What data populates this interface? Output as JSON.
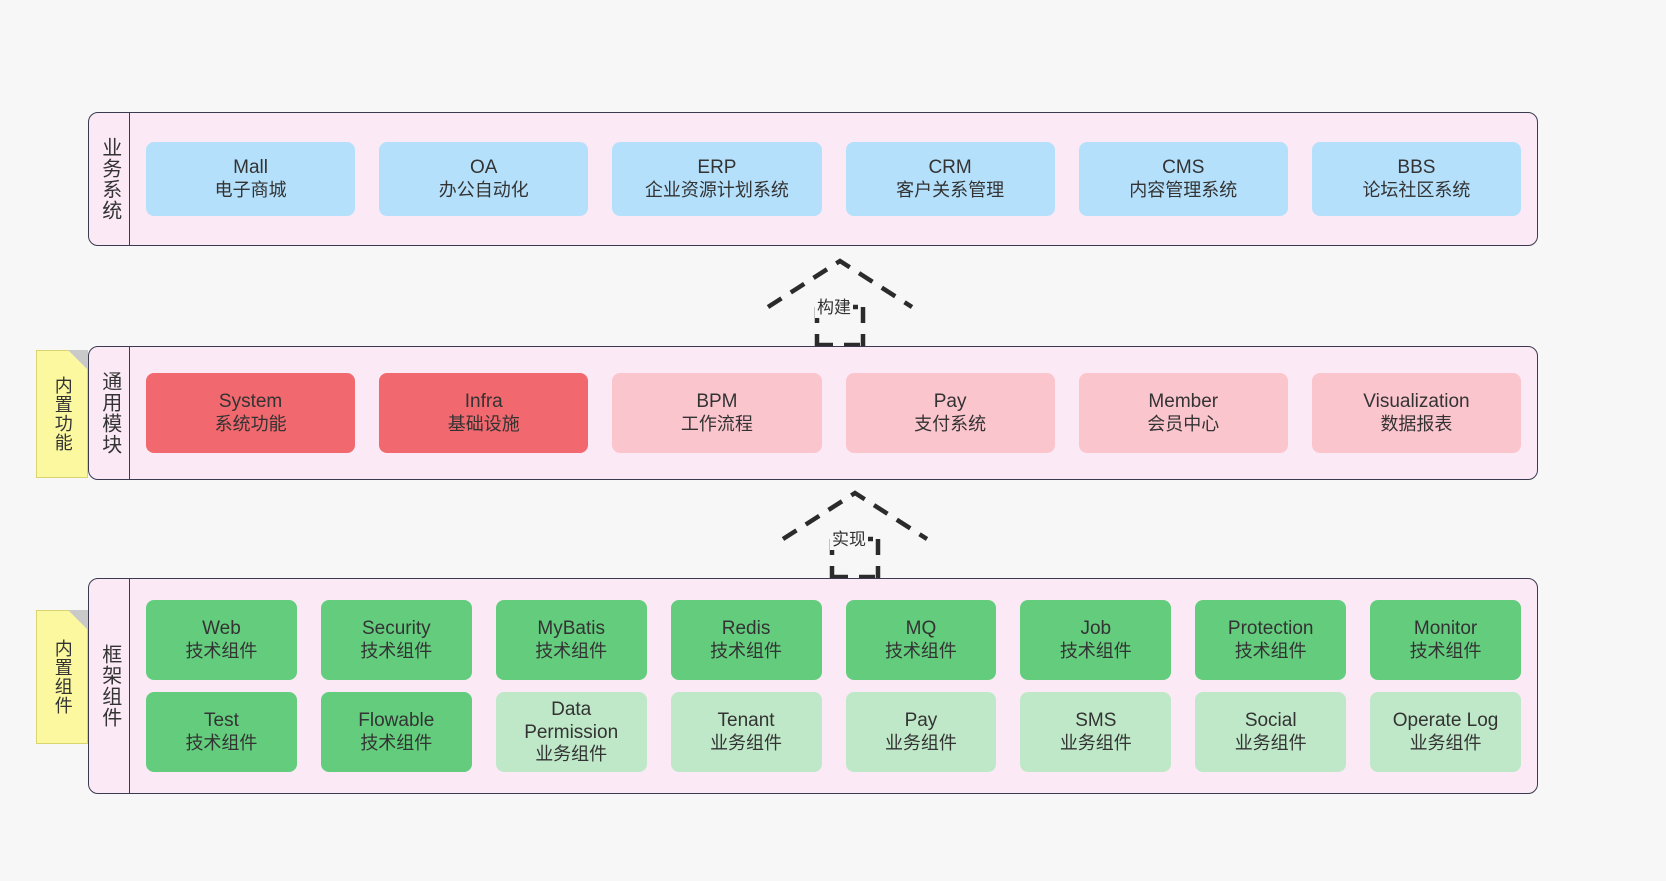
{
  "diagram": {
    "background_color": "#f7f7f7",
    "panel_color": "#fbeaf5",
    "panel_border_color": "#3b3b4f"
  },
  "layers": [
    {
      "id": "business",
      "title": "业务系统",
      "accent": "#b5e0fb",
      "rows": [
        {
          "cards": [
            {
              "en": "Mall",
              "cn": "电子商城",
              "color": "#b5e0fb"
            },
            {
              "en": "OA",
              "cn": "办公自动化",
              "color": "#b5e0fb"
            },
            {
              "en": "ERP",
              "cn": "企业资源计划系统",
              "color": "#b5e0fb"
            },
            {
              "en": "CRM",
              "cn": "客户关系管理",
              "color": "#b5e0fb"
            },
            {
              "en": "CMS",
              "cn": "内容管理系统",
              "color": "#b5e0fb"
            },
            {
              "en": "BBS",
              "cn": "论坛社区系统",
              "color": "#b5e0fb"
            }
          ]
        }
      ]
    },
    {
      "id": "common",
      "title": "通用模块",
      "accent": "#f1686e",
      "rows": [
        {
          "cards": [
            {
              "en": "System",
              "cn": "系统功能",
              "color": "#f1686e"
            },
            {
              "en": "Infra",
              "cn": "基础设施",
              "color": "#f1686e"
            },
            {
              "en": "BPM",
              "cn": "工作流程",
              "color": "#fbc5ce"
            },
            {
              "en": "Pay",
              "cn": "支付系统",
              "color": "#fbc5ce"
            },
            {
              "en": "Member",
              "cn": "会员中心",
              "color": "#fbc5ce"
            },
            {
              "en": "Visualization",
              "cn": "数据报表",
              "color": "#fbc5ce"
            }
          ]
        }
      ]
    },
    {
      "id": "framework",
      "title": "框架组件",
      "accent": "#63cd7d",
      "rows": [
        {
          "cards": [
            {
              "en": "Web",
              "cn": "技术组件",
              "color": "#63cd7d"
            },
            {
              "en": "Security",
              "cn": "技术组件",
              "color": "#63cd7d"
            },
            {
              "en": "MyBatis",
              "cn": "技术组件",
              "color": "#63cd7d"
            },
            {
              "en": "Redis",
              "cn": "技术组件",
              "color": "#63cd7d"
            },
            {
              "en": "MQ",
              "cn": "技术组件",
              "color": "#63cd7d"
            },
            {
              "en": "Job",
              "cn": "技术组件",
              "color": "#63cd7d"
            },
            {
              "en": "Protection",
              "cn": "技术组件",
              "color": "#63cd7d"
            },
            {
              "en": "Monitor",
              "cn": "技术组件",
              "color": "#63cd7d"
            }
          ]
        },
        {
          "cards": [
            {
              "en": "Test",
              "cn": "技术组件",
              "color": "#63cd7d"
            },
            {
              "en": "Flowable",
              "cn": "技术组件",
              "color": "#63cd7d"
            },
            {
              "en": "Data Permission",
              "cn": "业务组件",
              "color": "#bfe8c8"
            },
            {
              "en": "Tenant",
              "cn": "业务组件",
              "color": "#bfe8c8"
            },
            {
              "en": "Pay",
              "cn": "业务组件",
              "color": "#bfe8c8"
            },
            {
              "en": "SMS",
              "cn": "业务组件",
              "color": "#bfe8c8"
            },
            {
              "en": "Social",
              "cn": "业务组件",
              "color": "#bfe8c8"
            },
            {
              "en": "Operate Log",
              "cn": "业务组件",
              "color": "#bfe8c8"
            }
          ]
        }
      ]
    }
  ],
  "notes": [
    {
      "id": "builtin-func",
      "text": "内置功能",
      "color": "#fbf8a0"
    },
    {
      "id": "builtin-comp",
      "text": "内置组件",
      "color": "#fbf8a0"
    }
  ],
  "arrows": [
    {
      "id": "build",
      "label": "构建",
      "style": "dashed-generalization-up"
    },
    {
      "id": "impl",
      "label": "实现",
      "style": "dashed-generalization-up"
    }
  ]
}
